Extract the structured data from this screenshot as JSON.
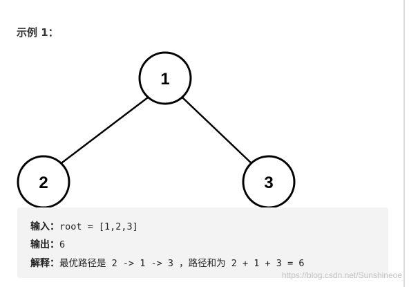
{
  "heading": "示例 1：",
  "tree": {
    "root": "1",
    "left": "2",
    "right": "3"
  },
  "example": {
    "input_label": "输入：",
    "input_value": "root = [1,2,3]",
    "output_label": "输出：",
    "output_value": "6",
    "explain_label": "解释：",
    "explain_value": "最优路径是 2 -> 1 -> 3 ，路径和为 2 + 1 + 3 = 6"
  },
  "watermark": "https://blog.csdn.net/Sunshineoe"
}
